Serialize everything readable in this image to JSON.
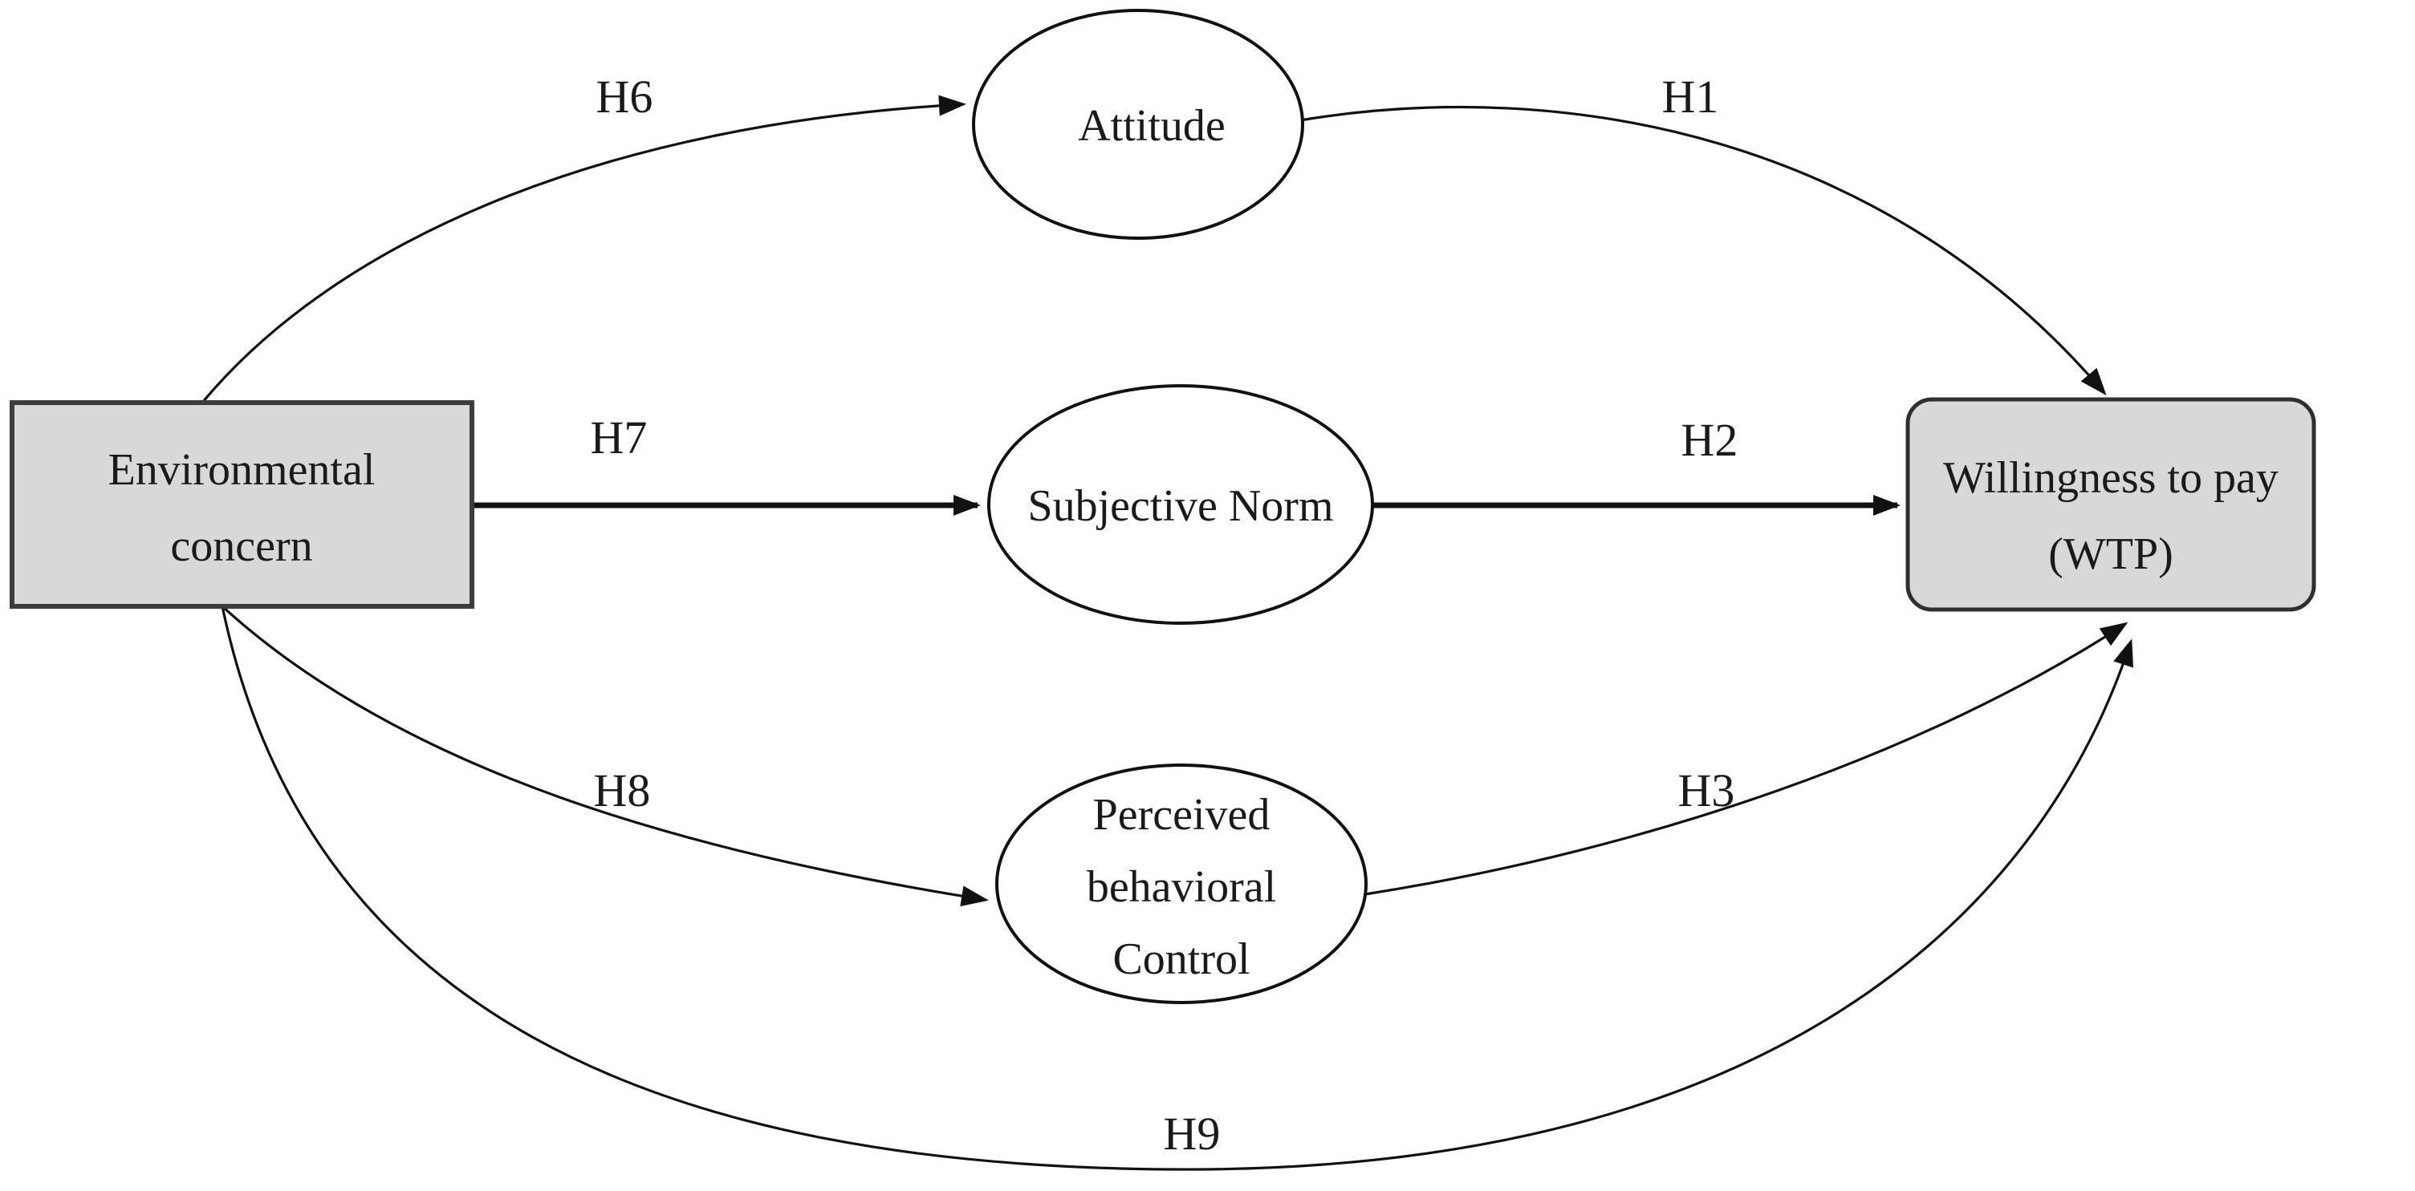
{
  "diagram": {
    "type": "path-model",
    "background": "#ffffff",
    "colors": {
      "node_fill_gray": "#d8d8d8",
      "node_fill_white": "#ffffff",
      "node_border": "#3d3d3d",
      "line": "#111111",
      "text": "#1a1a1a"
    },
    "nodes": {
      "environmental_concern": {
        "label": "Environmental concern",
        "line1": "Environmental",
        "line2": "concern",
        "shape": "rectangle"
      },
      "attitude": {
        "label": "Attitude",
        "shape": "ellipse"
      },
      "subjective_norm": {
        "label": "Subjective Norm",
        "shape": "ellipse"
      },
      "perceived_behavioral_control": {
        "label": "Perceived behavioral Control",
        "line1": "Perceived",
        "line2": "behavioral",
        "line3": "Control",
        "shape": "ellipse"
      },
      "willingness_to_pay": {
        "label": "Willingness to pay (WTP)",
        "line1": "Willingness to pay",
        "line2": "(WTP)",
        "shape": "rounded-rectangle"
      }
    },
    "edges": [
      {
        "label": "H1",
        "from": "attitude",
        "to": "willingness_to_pay"
      },
      {
        "label": "H2",
        "from": "subjective_norm",
        "to": "willingness_to_pay"
      },
      {
        "label": "H3",
        "from": "perceived_behavioral_control",
        "to": "willingness_to_pay"
      },
      {
        "label": "H6",
        "from": "environmental_concern",
        "to": "attitude"
      },
      {
        "label": "H7",
        "from": "environmental_concern",
        "to": "subjective_norm"
      },
      {
        "label": "H8",
        "from": "environmental_concern",
        "to": "perceived_behavioral_control"
      },
      {
        "label": "H9",
        "from": "environmental_concern",
        "to": "willingness_to_pay"
      }
    ]
  }
}
